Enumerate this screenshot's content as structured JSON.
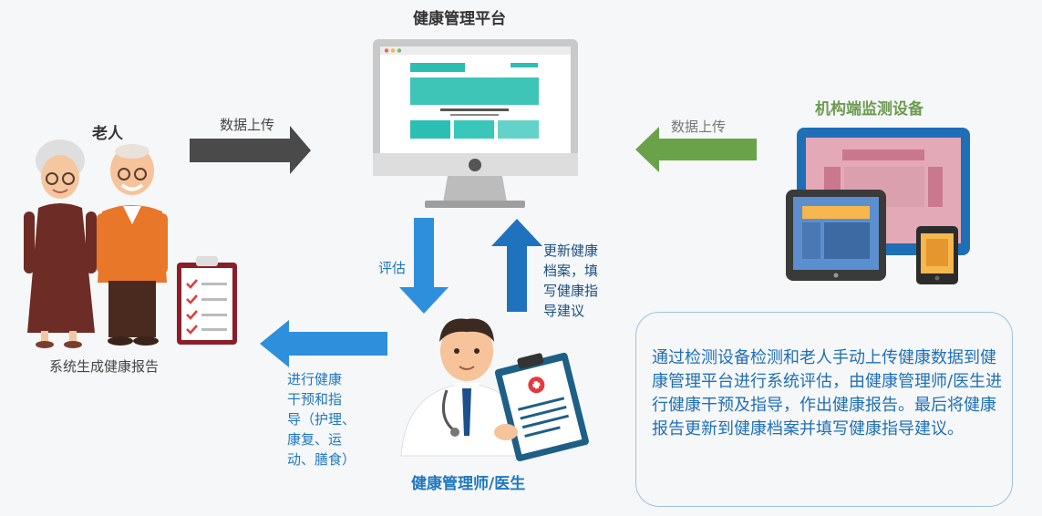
{
  "nodes": {
    "platform": "健康管理平台",
    "elderly": "老人",
    "monitor": "机构端监测设备",
    "manager": "健康管理师/医生",
    "report": "系统生成健康报告"
  },
  "edges": {
    "upload_left": "数据上传",
    "upload_right": "数据上传",
    "evaluate": "评估",
    "update": "更新健康\n档案，填\n写健康指\n导建议",
    "intervene": "进行健康\n干预和指\n导（护理、\n康复、运\n动、膳食）"
  },
  "summary": "通过检测设备检测和老人手动上传健康数据到健康管理平台进行系统评估，由健康管理师/医生进行健康干预及指导，作出健康报告。最后将健康报告更新到健康档案并填写健康指导建议。",
  "colors": {
    "blue": "#1e78c2",
    "green": "#6d9a52",
    "teal": "#2bbfb4",
    "arrow_gray": "#4a4a4a",
    "arrow_green": "#6aa24a",
    "arrow_blue": "#2e8fdc",
    "arrow_darkblue": "#1f72bd"
  },
  "icons": [
    "desktop-monitor-icon",
    "elderly-couple-icon",
    "clipboard-checklist-icon",
    "devices-icon",
    "doctor-icon"
  ]
}
